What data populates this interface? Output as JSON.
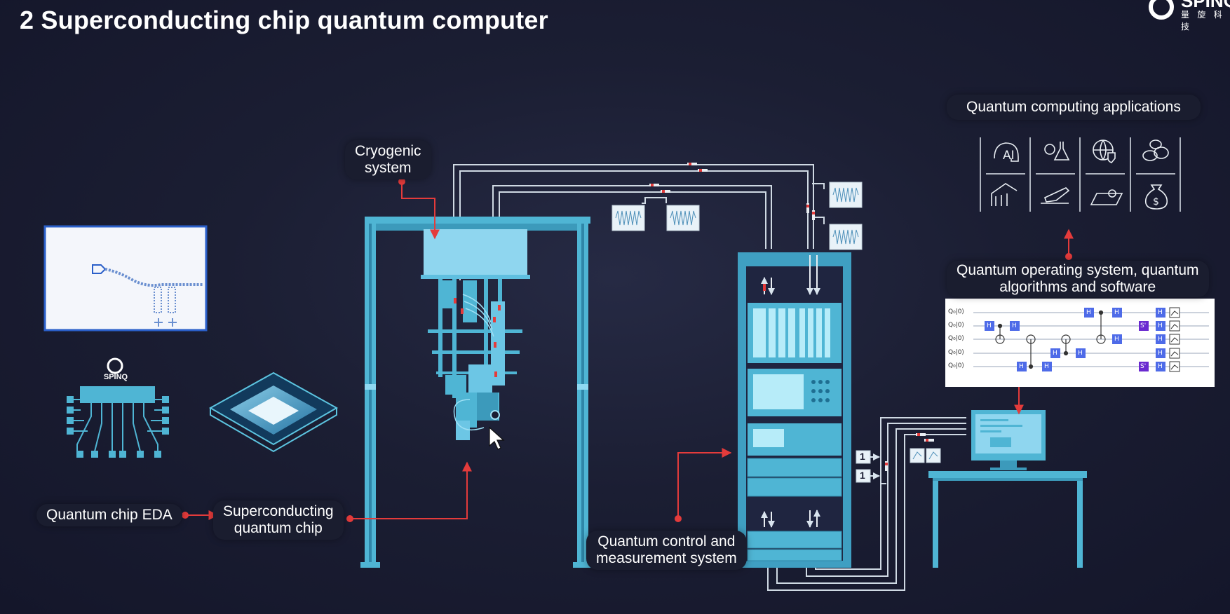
{
  "slide": {
    "title": "2 Superconducting chip quantum computer"
  },
  "logo": {
    "brand": "SPINQ",
    "sub": "量 旋 科 技"
  },
  "labels": {
    "cryogenic": [
      "Cryogenic",
      "system"
    ],
    "eda": "Quantum chip EDA",
    "chip": [
      "Superconducting",
      "quantum chip"
    ],
    "control": [
      "Quantum control and",
      "measurement system"
    ],
    "applications": "Quantum computing applications",
    "os": [
      "Quantum operating system, quantum",
      "algorithms and software"
    ]
  },
  "chip_logo": "SPINQ",
  "circuit": {
    "qubit_labels": [
      "Q₀|0⟩",
      "Q₀|0⟩",
      "Q₀|0⟩",
      "Q₀|0⟩",
      "Q₀|0⟩"
    ],
    "gate_H": "H",
    "gate_S": "S'"
  },
  "signal_marks": [
    "1",
    "1"
  ],
  "application_icons": [
    "ai-icon",
    "chemistry-icon",
    "globe-shield-icon",
    "capsules-icon",
    "bridge-icon",
    "airplane-icon",
    "map-pin-icon",
    "money-bag-icon"
  ],
  "colors": {
    "accent": "#5cc4e0",
    "arrow": "#e43b3b",
    "background": "#1b1e33",
    "structure": "#4fb5d4"
  }
}
